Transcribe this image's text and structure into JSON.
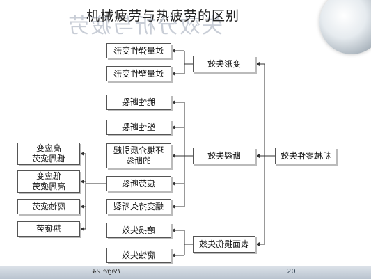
{
  "title": "机械疲劳与热疲劳的区别",
  "background_title": "失效分析与疲劳",
  "page_number": "20",
  "footer_text": "Page 24",
  "colors": {
    "box_border": "#555555",
    "line": "#333333",
    "bar": "#c9d2dc"
  },
  "diagram": {
    "root": "机械零件失效",
    "failure_types": [
      {
        "label": "变形失效",
        "children": [
          "过量弹性变形",
          "过量塑性变形"
        ]
      },
      {
        "label": "断裂失效",
        "children": [
          "脆性断裂",
          "塑性断裂",
          "环境介质引起\n的断裂",
          "疲劳断裂",
          "蠕变持久断裂"
        ]
      },
      {
        "label": "表面损伤失效",
        "children": [
          "磨损失效",
          "腐蚀失效"
        ]
      }
    ],
    "fatigue_subtypes": [
      "高应变\n低周疲劳",
      "低应变\n高周疲劳",
      "腐蚀疲劳",
      "热疲劳"
    ]
  }
}
